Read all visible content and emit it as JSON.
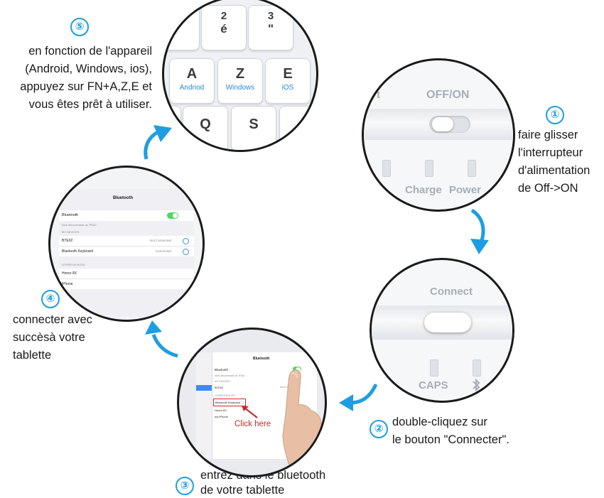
{
  "colors": {
    "accent": "#1e9ee0",
    "text": "#1a1a1a",
    "highlight_red": "#c0302a"
  },
  "steps": [
    {
      "num": "①",
      "lines": [
        "faire glisser",
        "l'interrupteur",
        "d'alimentation",
        "de Off->ON"
      ]
    },
    {
      "num": "②",
      "lines": [
        "double-cliquez sur",
        "le bouton \"Connecter\"."
      ]
    },
    {
      "num": "③",
      "lines": [
        "entrez dans le bluetooth",
        "de votre tablette"
      ]
    },
    {
      "num": "④",
      "lines": [
        "connecter avec",
        "succèsà votre",
        "tablette"
      ]
    },
    {
      "num": "⑤",
      "lines": [
        "en fonction de l'appareil",
        "(Android, Windows, ios),",
        "appuyez sur FN+A,Z,E et",
        "vous êtes prêt à utiliser."
      ]
    }
  ],
  "keyboard": {
    "top_row": [
      {
        "top": "2",
        "bottom": "é"
      },
      {
        "top": "3",
        "bottom": "\""
      }
    ],
    "mid_row": [
      {
        "main": "A",
        "sub": "Andriod"
      },
      {
        "main": "Z",
        "sub": "Windows"
      },
      {
        "main": "E",
        "sub": "iOS"
      }
    ],
    "bottom_row": [
      "Q",
      "S"
    ]
  },
  "power_switch": {
    "label": "OFF/ON",
    "partial_left": "t",
    "led_labels": [
      "Charge",
      "Power"
    ]
  },
  "connect_switch": {
    "label": "Connect",
    "led_label": "CAPS",
    "bt_icon": "bluetooth-icon"
  },
  "bt_small": {
    "title": "Bluetooth",
    "bluetooth_label": "Bluetooth",
    "discoverable": "Now discoverable as \"iPad\".",
    "my_devices": "MY DEVICES",
    "other_devices": "OTHER DEVICES",
    "highlight_item": "Bluetooth Keyboard",
    "items": [
      "BTE02",
      "Honor 8X",
      "my iPhone"
    ],
    "status": "Not Connected",
    "click_label": "Click here"
  },
  "bt_large": {
    "title": "Bluetooth",
    "bluetooth_label": "Bluetooth",
    "discoverable": "Now discoverable as \"iPad\".",
    "my_devices": "MY DEVICES",
    "devices": [
      {
        "name": "BTE02",
        "status": "Not Connected"
      },
      {
        "name": "Bluetooth Keyboard",
        "status": "Connected"
      }
    ],
    "other_devices": "OTHER DEVICES",
    "others": [
      "Honor 8X",
      "iPhone"
    ]
  }
}
